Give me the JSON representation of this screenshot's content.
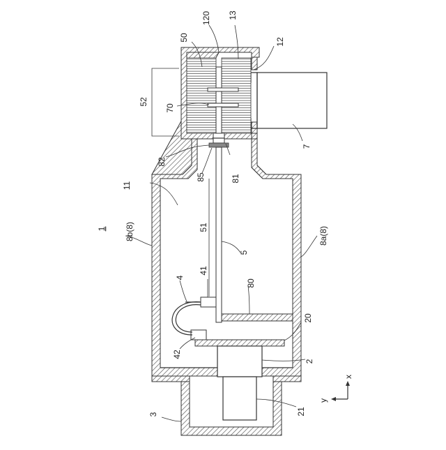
{
  "figure": {
    "main_ref": "1",
    "labels": {
      "l50": "50",
      "l120": "120",
      "l13": "13",
      "l12": "12",
      "l52": "52",
      "l70": "70",
      "l7": "7",
      "l82": "82",
      "l85": "85",
      "l81": "81",
      "l11": "11",
      "l8b": "8b(8)",
      "l51": "51",
      "l5": "5",
      "l8a": "8a(8)",
      "l4": "4",
      "l41": "41",
      "l80": "80",
      "l20": "20",
      "l42": "42",
      "l2": "2",
      "l3": "3",
      "l21": "21",
      "lx": "x",
      "ly": "y"
    }
  }
}
